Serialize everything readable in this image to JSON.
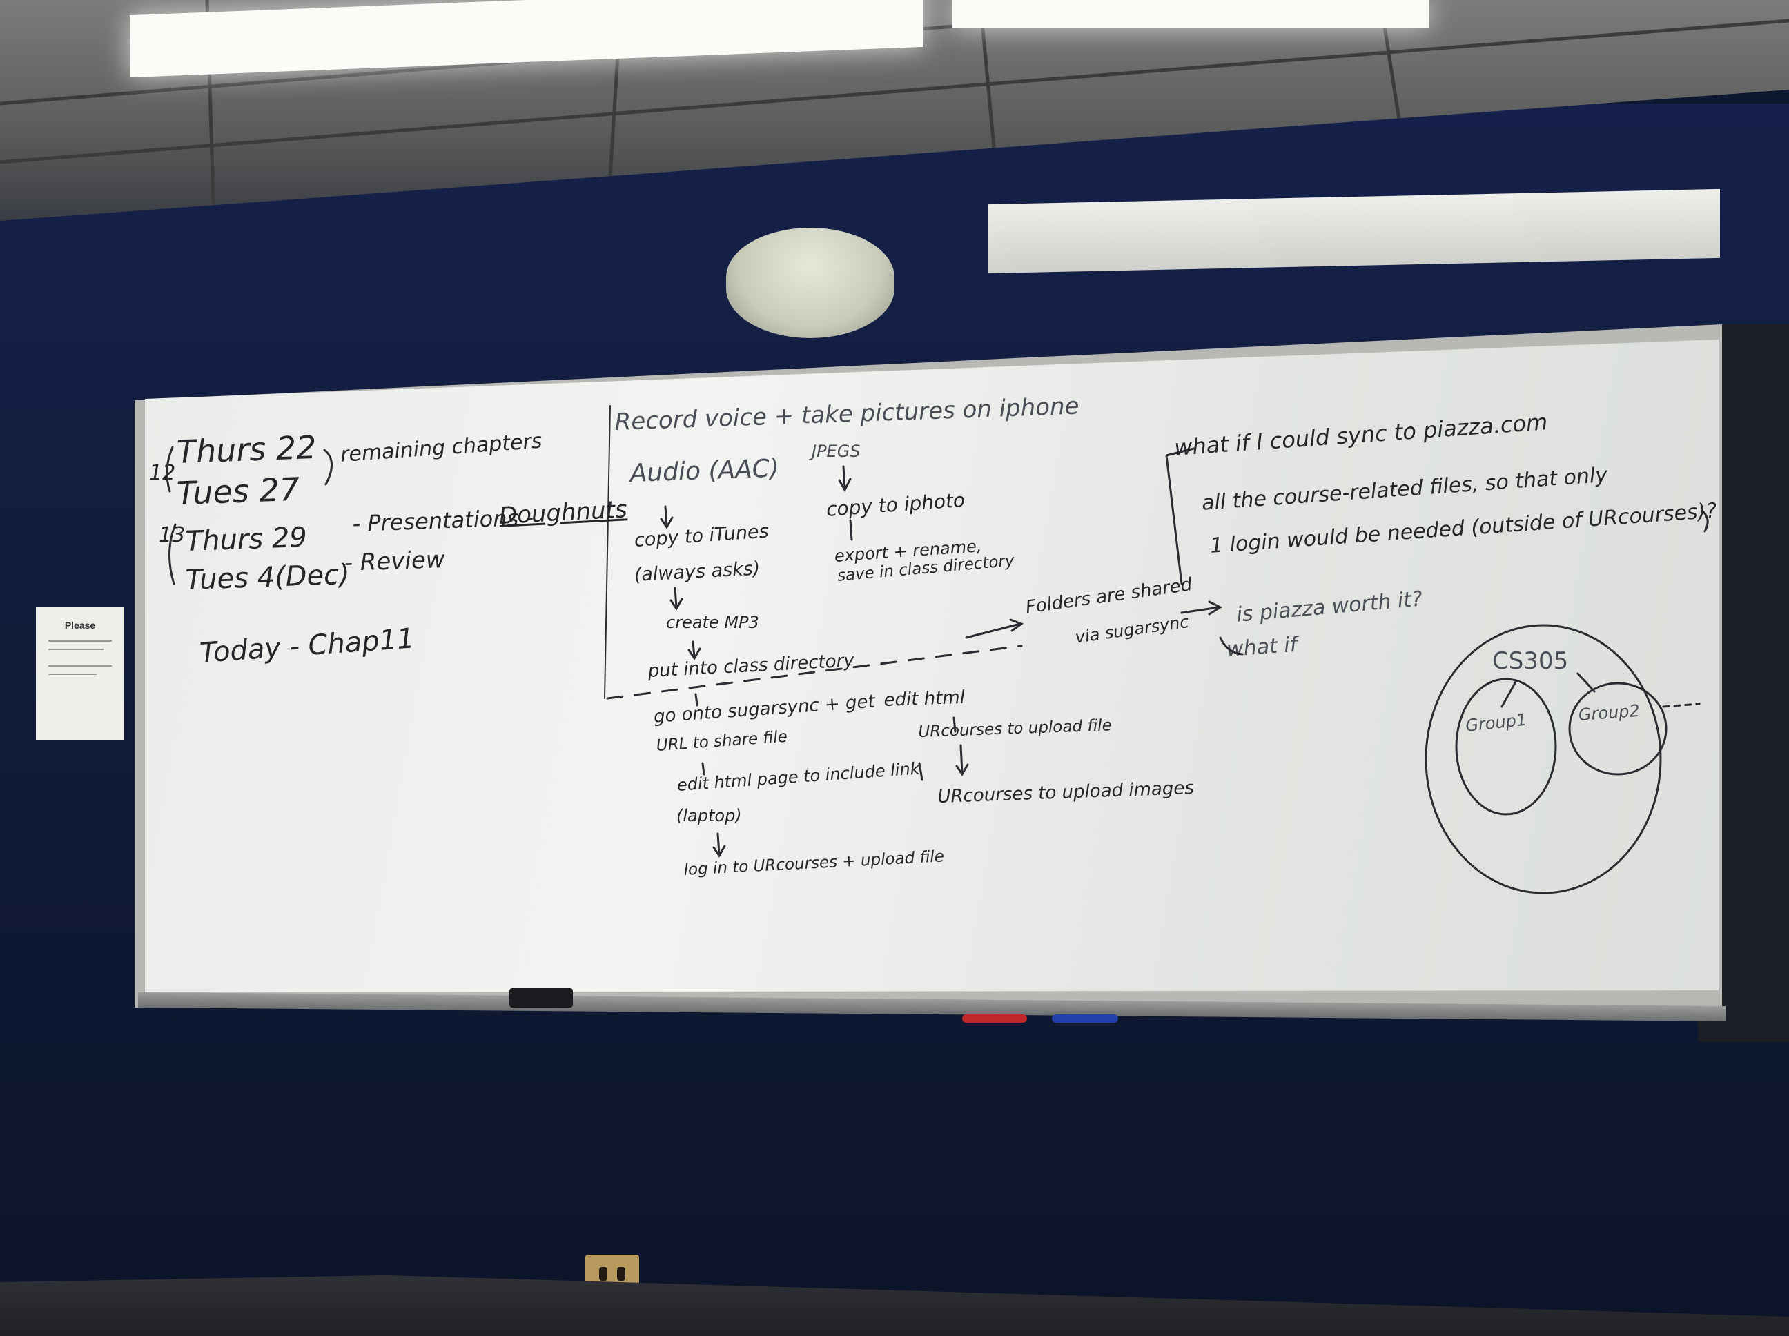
{
  "board": {
    "schedule_weeks": [
      "12",
      "13"
    ],
    "schedule_lines": [
      "Thurs 22",
      "Tues 27",
      "remaining chapters",
      "Thurs 29",
      "- Presentations -",
      "Doughnuts",
      "Tues 4(Dec)",
      "- Review"
    ],
    "today": "Today - Chap11",
    "workflow_title": "Record voice + take pictures on iphone",
    "audio_col": [
      "Audio (AAC)",
      "copy to iTunes",
      "(always asks)",
      "create MP3",
      "put into class directory",
      "go onto sugarsync + get",
      "URL to share file",
      "edit html page to include link",
      "(laptop)",
      "log in to URcourses + upload file"
    ],
    "jpeg_col": [
      "JPEGS",
      "copy to iphoto",
      "export + rename,",
      "save in class directory",
      "edit html",
      "URcourses to upload file",
      "URcourses to upload images"
    ],
    "sync_note": [
      "Folders are shared",
      "via sugarsync"
    ],
    "questions": [
      "what if I could sync to piazza.com",
      "all the course-related files, so that only",
      "1 login would be needed (outside of URcourses)?",
      "is piazza worth it?",
      "what if"
    ],
    "diagram": {
      "root": "CS305",
      "children": [
        "Group1",
        "Group2"
      ]
    }
  },
  "notice": {
    "title": "Please"
  }
}
